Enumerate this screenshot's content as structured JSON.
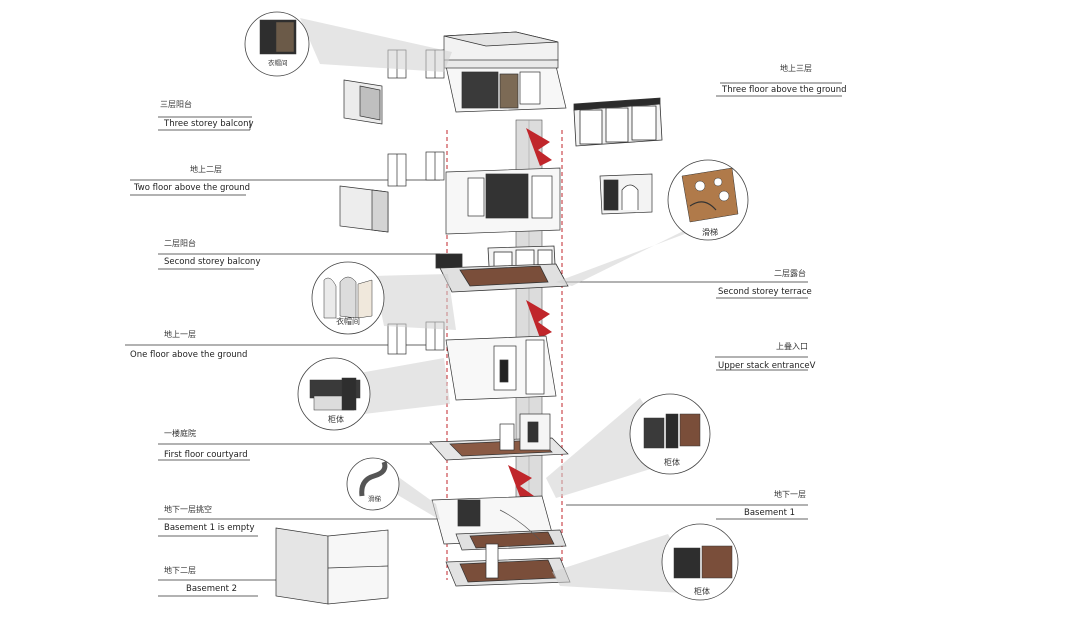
{
  "labels": {
    "l3_cn": "地上三层",
    "l3_en": "Three floor above the ground",
    "bal3_cn": "三层阳台",
    "bal3_en": "Three storey balcony",
    "l2_cn": "地上二层",
    "l2_en": "Two floor above the ground",
    "bal2_cn": "二层阳台",
    "bal2_en": "Second storey balcony",
    "terr2_cn": "二层露台",
    "terr2_en": "Second storey terrace",
    "l1_cn": "地上一层",
    "l1_en": "One floor above the ground",
    "entry_cn": "上叠入口",
    "entry_en": "Upper stack entranceV",
    "yard_cn": "一楼庭院",
    "yard_en": "First floor courtyard",
    "b1_cn": "地下一层",
    "b1_en": "Basement 1",
    "b1e_cn": "地下一层挑空",
    "b1e_en": "Basement 1 is empty",
    "b2_cn": "地下二层",
    "b2_en": "Basement  2"
  },
  "callouts": {
    "c_top": "衣帽间",
    "c_slide": "滑梯",
    "c_wardrobe": "衣帽间",
    "c_cabinet1": "柜体",
    "c_cabinet2": "柜体",
    "c_stair": "滑梯",
    "c_cabinet3": "柜体"
  },
  "colors": {
    "line": "#333333",
    "red": "#c0262b",
    "panel": "#e6e6e6",
    "dark": "#2b2b2b",
    "wood": "#b07a4a"
  }
}
